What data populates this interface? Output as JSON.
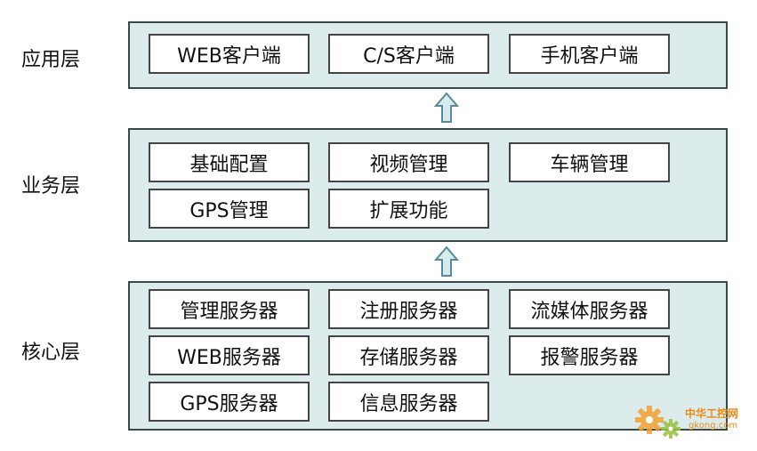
{
  "layers": [
    {
      "label": "应用层",
      "boxes": [
        "WEB客户端",
        "C/S客户端",
        "手机客户端"
      ]
    },
    {
      "label": "业务层",
      "boxes": [
        "基础配置",
        "视频管理",
        "车辆管理",
        "GPS管理",
        "扩展功能"
      ]
    },
    {
      "label": "核心层",
      "boxes": [
        "管理服务器",
        "注册服务器",
        "流媒体服务器",
        "WEB服务器",
        "存储服务器",
        "报警服务器",
        "GPS服务器",
        "信息服务器"
      ]
    }
  ],
  "watermark": {
    "text_cn": "中华工控网",
    "text_en": "gkong.com"
  },
  "colors": {
    "panel_fill": "#dcecec",
    "panel_border": "#3a4a4a",
    "box_border": "#444444",
    "arrow_fill": "#d6ecec",
    "arrow_stroke": "#5b8a9a",
    "watermark": "#e98a15"
  }
}
